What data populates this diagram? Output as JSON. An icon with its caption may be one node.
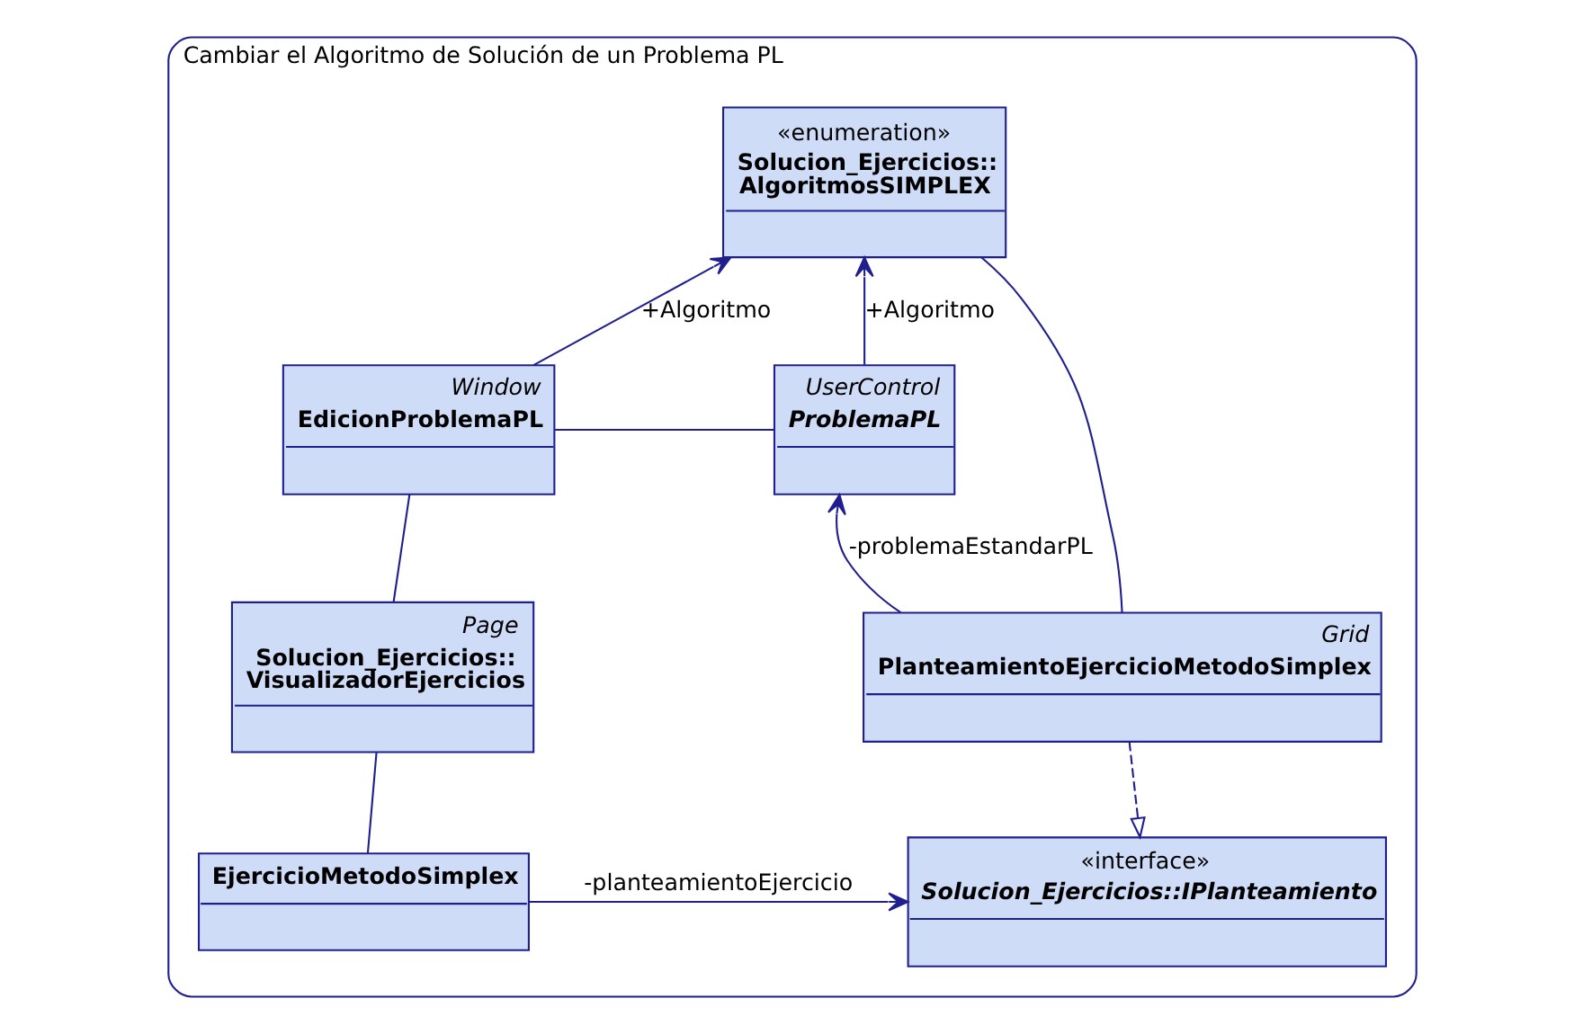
{
  "diagram": {
    "nodes": [
      {
        "text": [
          "Cambiar el Algoritmo de Solución de un Problema PL"
        ]
      },
      {
        "text": [
          "«enumeration»",
          "Solucion_Ejercicios:: AlgoritmosSIMPLEX"
        ],
        "in": 0
      },
      {
        "text": [
          "Window",
          "EdicionProblemaPL"
        ],
        "in": 0
      },
      {
        "text": [
          "UserControl",
          "ProblemaPL"
        ],
        "in": 0
      },
      {
        "text": [
          "Page",
          "Solucion_Ejercicios:: VisualizadorEjercicios"
        ],
        "in": 0
      },
      {
        "text": [
          "Grid",
          "PlanteamientoEjercicioMetodoSimplex"
        ],
        "in": 0
      },
      {
        "text": [
          "EjercicioMetodoSimplex"
        ],
        "in": 0
      },
      {
        "text": [
          "«interface»",
          "Solucion_Ejercicios::IPlanteamiento"
        ],
        "in": 0
      }
    ],
    "edges": [
      {
        "from": 2,
        "to": 1,
        "arrow": "to",
        "label": "+Algoritmo"
      },
      {
        "from": 3,
        "to": 1,
        "arrow": "to",
        "label": "+Algoritmo"
      },
      {
        "from": 2,
        "to": 3,
        "arrow": "none"
      },
      {
        "from": 1,
        "to": 5,
        "arrow": "none"
      },
      {
        "from": 5,
        "to": 3,
        "arrow": "to",
        "label": "-problemaEstandarPL"
      },
      {
        "from": 2,
        "to": 4,
        "arrow": "none"
      },
      {
        "from": 4,
        "to": 6,
        "arrow": "none"
      },
      {
        "from": 5,
        "to": 7,
        "arrow": "to",
        "style": "dashed"
      },
      {
        "from": 6,
        "to": 7,
        "arrow": "to",
        "label": "-planteamientoEjercicio"
      }
    ]
  }
}
